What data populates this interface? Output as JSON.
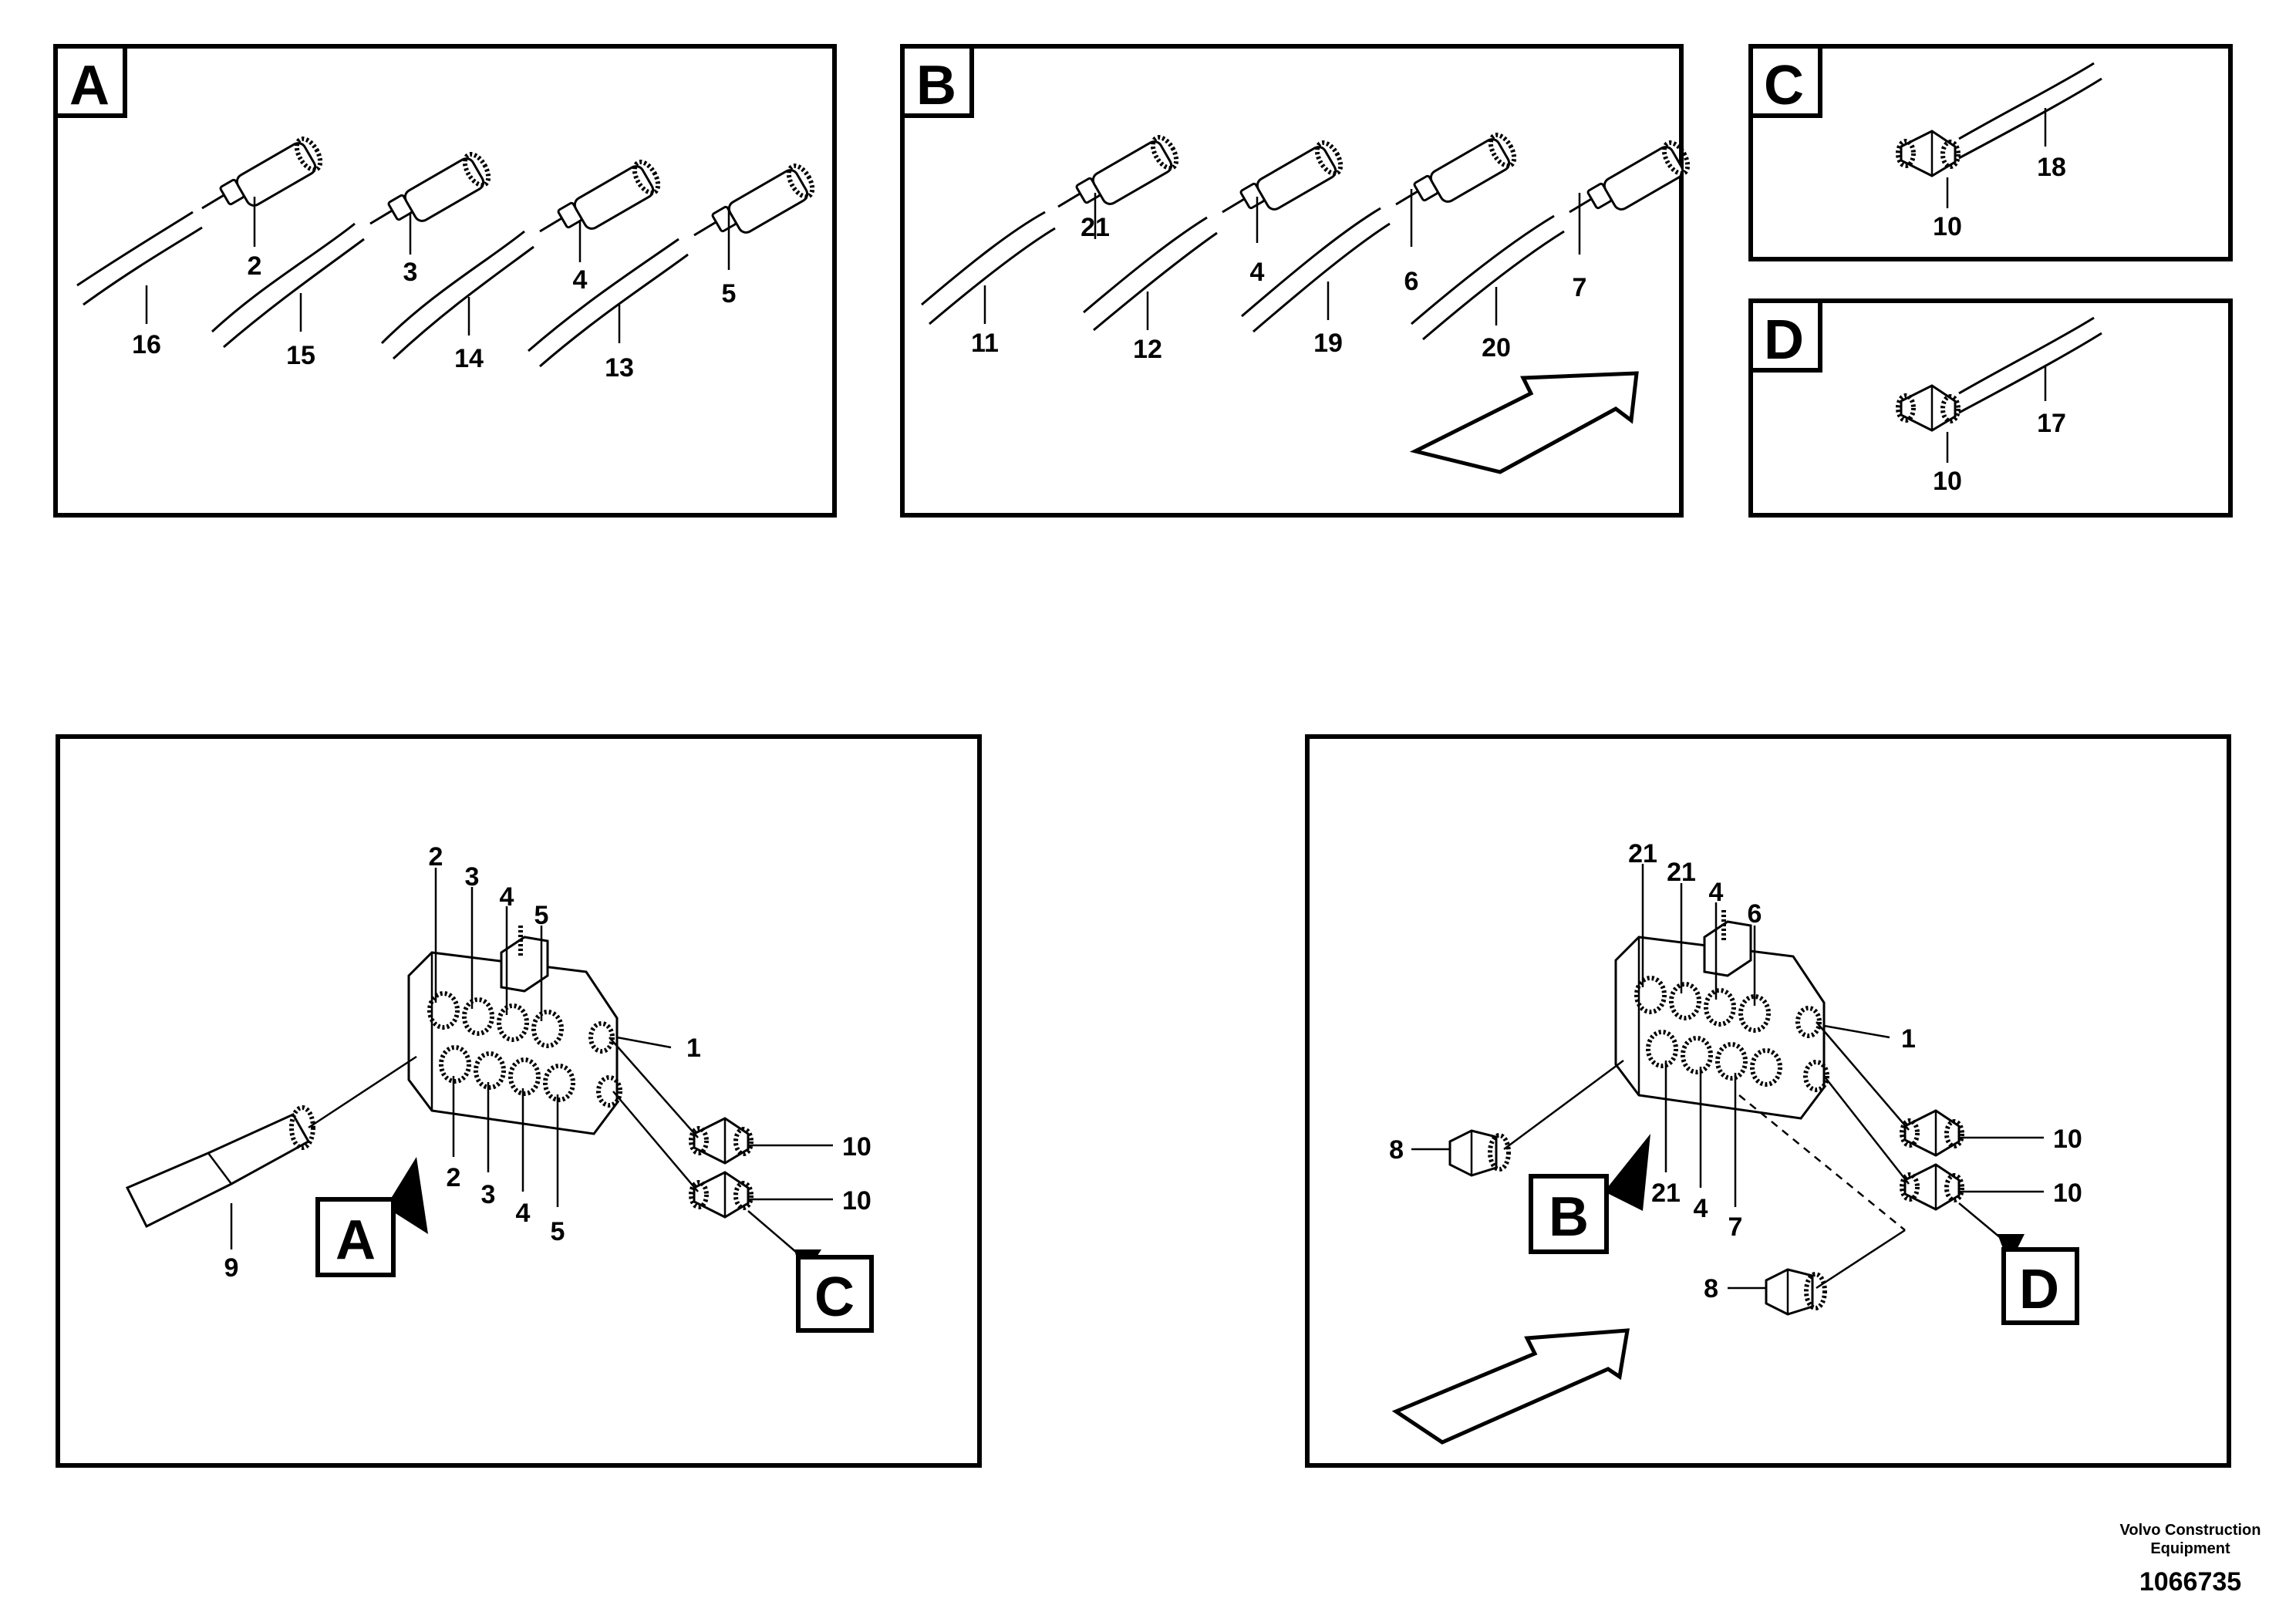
{
  "panels": {
    "A": {
      "tag": "A",
      "labels": {
        "p2": "2",
        "p3": "3",
        "p4": "4",
        "p5": "5",
        "h16": "16",
        "h15": "15",
        "h14": "14",
        "h13": "13"
      }
    },
    "B": {
      "tag": "B",
      "labels": {
        "p21": "21",
        "p4": "4",
        "p6": "6",
        "p7": "7",
        "h11": "11",
        "h12": "12",
        "h19": "19",
        "h20": "20"
      }
    },
    "C": {
      "tag": "C",
      "labels": {
        "elbow": "10",
        "hose": "18"
      }
    },
    "D": {
      "tag": "D",
      "labels": {
        "elbow": "10",
        "hose": "17"
      }
    },
    "left_assembly": {
      "callout_A": "A",
      "callout_C": "C",
      "labels": {
        "top2": "2",
        "top3": "3",
        "top4": "4",
        "top5": "5",
        "bot2": "2",
        "bot3": "3",
        "bot4": "4",
        "bot5": "5",
        "body": "1",
        "elbow1": "10",
        "elbow2": "10",
        "connector": "9"
      }
    },
    "right_assembly": {
      "callout_B": "B",
      "callout_D": "D",
      "labels": {
        "top21a": "21",
        "top21b": "21",
        "top4": "4",
        "top6": "6",
        "bot21": "21",
        "bot4": "4",
        "bot7": "7",
        "body": "1",
        "elbow1": "10",
        "elbow2": "10",
        "plug1": "8",
        "plug2": "8"
      }
    }
  },
  "footer": {
    "company_line1": "Volvo Construction",
    "company_line2": "Equipment",
    "drawing_number": "1066735"
  }
}
